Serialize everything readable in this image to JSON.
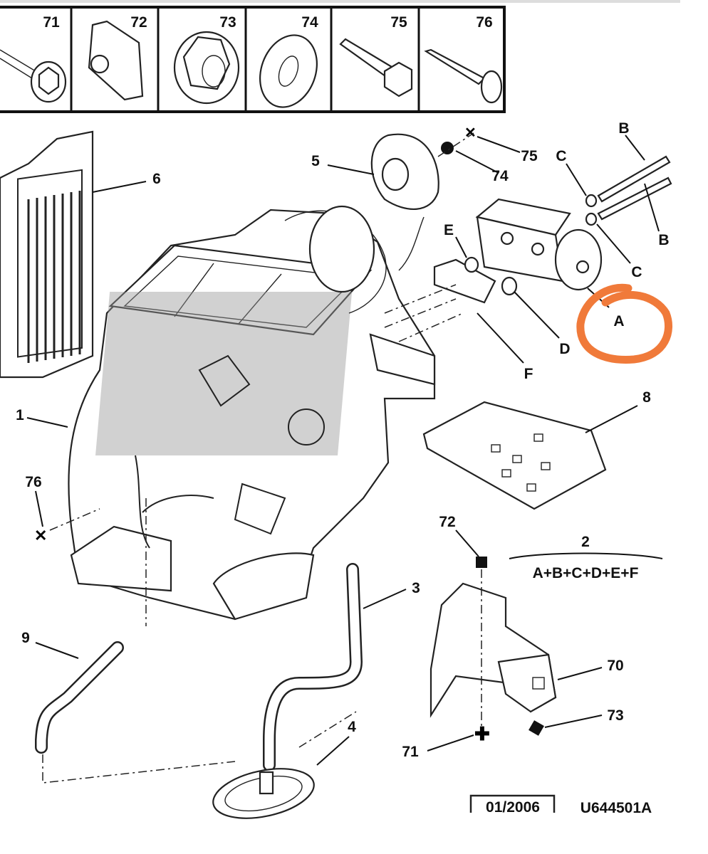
{
  "hardware_table": {
    "cells": [
      {
        "number": "71",
        "icon": "flanged-bolt"
      },
      {
        "number": "72",
        "icon": "clip-nut"
      },
      {
        "number": "73",
        "icon": "flange-nut"
      },
      {
        "number": "74",
        "icon": "washer"
      },
      {
        "number": "75",
        "icon": "hex-bolt"
      },
      {
        "number": "76",
        "icon": "self-tapping-screw"
      }
    ]
  },
  "callouts": {
    "p6": "6",
    "p5": "5",
    "p75": "75",
    "p74": "74",
    "b1": "B",
    "c1": "C",
    "b2": "B",
    "e": "E",
    "c2": "C",
    "a": "A",
    "d": "D",
    "f": "F",
    "p8": "8",
    "p1": "1",
    "p76": "76",
    "p72": "72",
    "p2": "2",
    "kit": "A+B+C+D+E+F",
    "p3": "3",
    "p9": "9",
    "p70": "70",
    "p73": "73",
    "p4": "4",
    "p71": "71"
  },
  "footer": {
    "date": "01/2006",
    "reference": "U644501A"
  },
  "annotation": {
    "color": "#f07a3a",
    "target": "A"
  }
}
